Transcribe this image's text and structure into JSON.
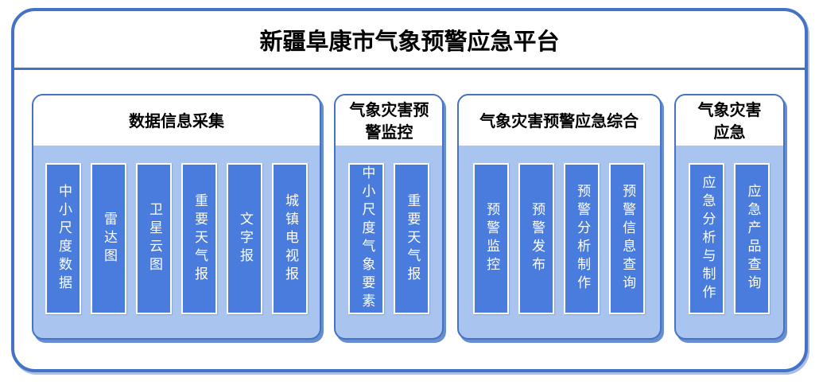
{
  "diagram": {
    "title": "新疆阜康市气象预警应急平台",
    "sections": [
      {
        "title": "数据信息采集",
        "items": [
          "中小尺度数据",
          "雷达图",
          "卫星云图",
          "重要天气报",
          "文字报",
          "城镇电视报"
        ]
      },
      {
        "title": "气象灾害预警监控",
        "items": [
          "中小尺度气象要素",
          "重要天气报"
        ]
      },
      {
        "title": "气象灾害预警应急综合",
        "items": [
          "预警监控",
          "预警发布",
          "预警分析制作",
          "预警信息查询"
        ]
      },
      {
        "title": "气象灾害应急",
        "items": [
          "应急分析与制作",
          "应急产品查询"
        ]
      }
    ],
    "colors": {
      "border": "#4472C4",
      "section_body": "#A9C4EE",
      "item_fill": "#4A7CDD",
      "item_text": "#FFFFFF",
      "header_bg": "#FFFFFF",
      "header_text": "#000000"
    }
  }
}
